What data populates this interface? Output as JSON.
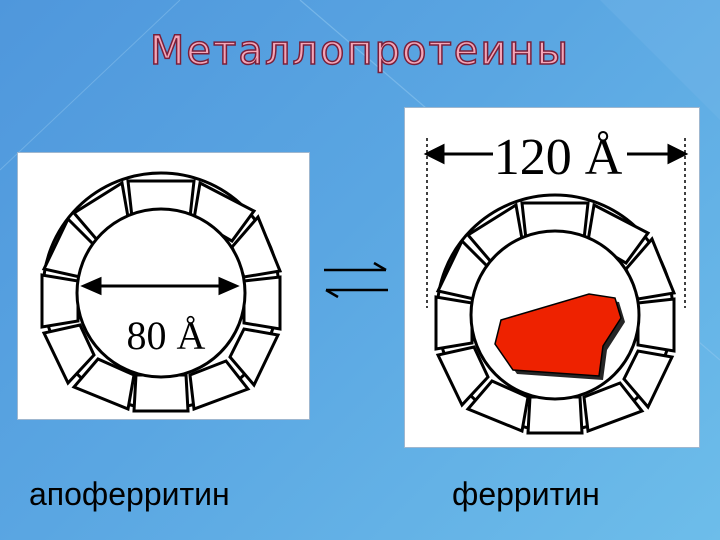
{
  "slide": {
    "title": "Металлопротеины"
  },
  "left_panel": {
    "diameter_label": "80 Å",
    "caption": "апоферритин"
  },
  "right_panel": {
    "diameter_label": "120 Å",
    "caption": "ферритин",
    "core_color": "#ee2200"
  },
  "equilibrium": {
    "forward": "forward-arrow",
    "reverse": "reverse-arrow"
  }
}
